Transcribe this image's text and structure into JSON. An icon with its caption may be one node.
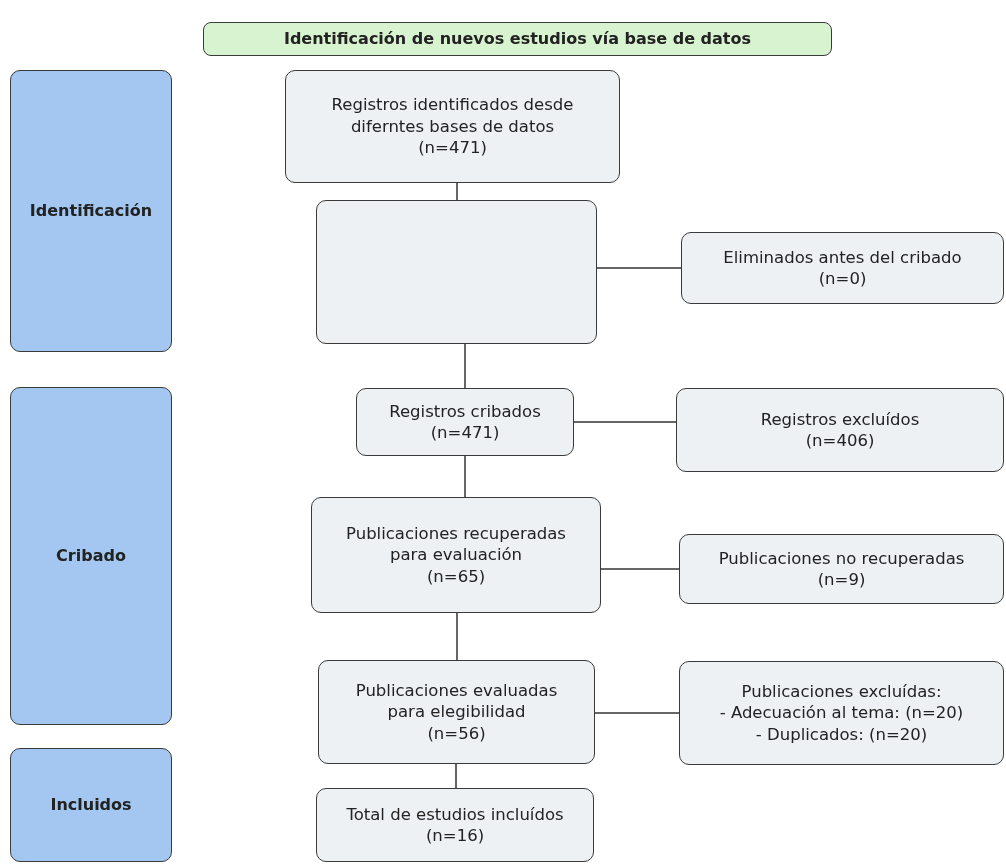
{
  "diagram": {
    "nodes": [
      {
        "text": [
          "Identificación de nuevos estudios vía base de datos"
        ]
      },
      {
        "text": [
          "Identificación"
        ]
      },
      {
        "text": [
          "Registros identificados desde diferntes bases de datos",
          "(n=471)"
        ]
      },
      {
        "text": [],
        "shape": "box"
      },
      {
        "text": [
          "Eliminados antes del cribado",
          "(n=0)"
        ]
      },
      {
        "text": [
          "Cribado"
        ]
      },
      {
        "text": [
          "Registros cribados",
          "(n=471)"
        ]
      },
      {
        "text": [
          "Registros excluídos",
          "(n=406)"
        ]
      },
      {
        "text": [
          "Publicaciones recuperadas para evaluación",
          "(n=65)"
        ]
      },
      {
        "text": [
          "Publicaciones no recuperadas",
          "(n=9)"
        ]
      },
      {
        "text": [
          "Publicaciones evaluadas para elegibilidad",
          "(n=56)"
        ]
      },
      {
        "text": [
          "Publicaciones excluídas:",
          "- Adecuación al tema: (n=20)",
          "- Duplicados: (n=20)"
        ]
      },
      {
        "text": [
          "Incluidos"
        ]
      },
      {
        "text": [
          "Total de estudios incluídos",
          "(n=16)"
        ]
      }
    ],
    "edges": [
      {
        "from": 2,
        "to": 3,
        "arrow": "none"
      },
      {
        "from": 3,
        "to": 4,
        "arrow": "none"
      },
      {
        "from": 3,
        "to": 6,
        "arrow": "none"
      },
      {
        "from": 6,
        "to": 7,
        "arrow": "none"
      },
      {
        "from": 6,
        "to": 8,
        "arrow": "none"
      },
      {
        "from": 8,
        "to": 9,
        "arrow": "none"
      },
      {
        "from": 8,
        "to": 10,
        "arrow": "none"
      },
      {
        "from": 10,
        "to": 11,
        "arrow": "none"
      },
      {
        "from": 10,
        "to": 13,
        "arrow": "none"
      }
    ]
  }
}
